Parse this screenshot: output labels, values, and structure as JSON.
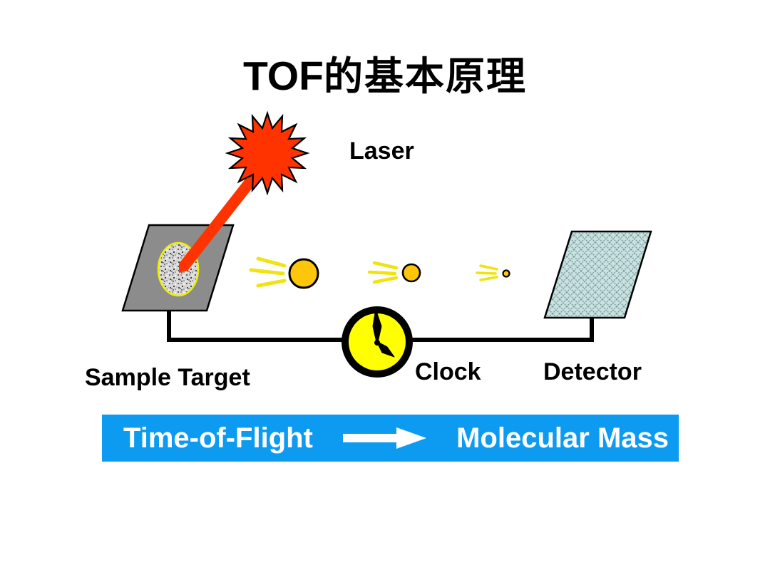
{
  "title": {
    "latin": "TOF",
    "cjk": "的基本原理"
  },
  "labels": {
    "laser": "Laser",
    "sample_target": "Sample Target",
    "clock": "Clock",
    "detector": "Detector"
  },
  "banner": {
    "left": "Time-of-Flight",
    "right": "Molecular Mass",
    "arrow_icon": "right-arrow"
  },
  "diagram": {
    "icons": [
      "laser-burst-icon",
      "laser-beam",
      "sample-target-plate",
      "sample-spot",
      "ion-large",
      "ion-medium",
      "ion-small",
      "clock-icon",
      "detector-plate",
      "wire"
    ]
  },
  "colors": {
    "laser_red": "#FF3300",
    "target_gray": "#8C8C8C",
    "spot_ring_yellow": "#F0F000",
    "ion_yellow": "#FDC60B",
    "speed_line_yellow": "#EFE410",
    "clock_yellow": "#FFFF00",
    "detector_fill": "#C8E2E0",
    "detector_lattice": "#7E9AA0",
    "banner_blue": "#0D9BF2",
    "outline_black": "#000000",
    "text_white": "#FFFFFF"
  }
}
